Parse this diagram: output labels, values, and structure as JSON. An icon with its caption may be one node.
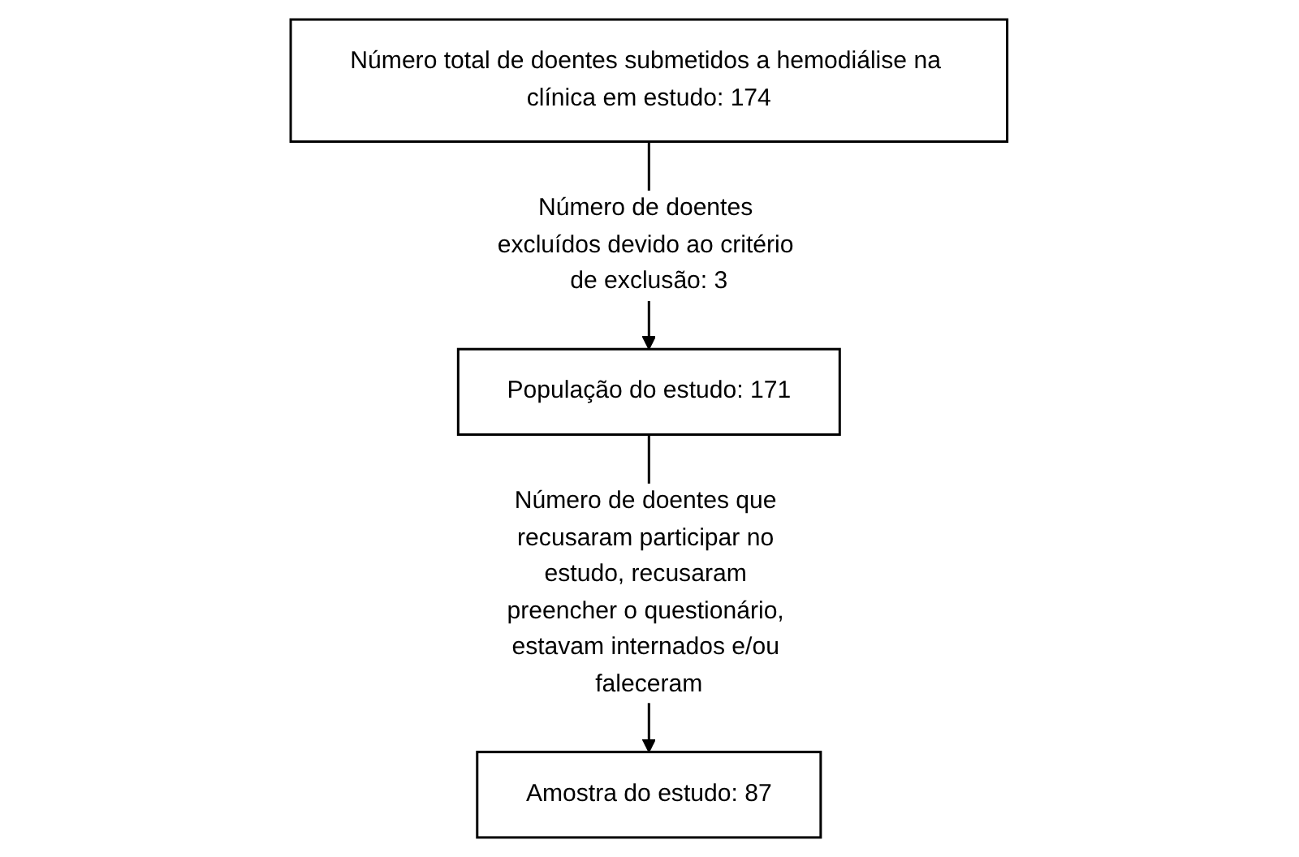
{
  "diagram": {
    "nodes": [
      {
        "text": [
          "Número total de doentes submetidos a hemodiálise na clínica em estudo: 174"
        ]
      },
      {
        "text": [
          "População do estudo: 171"
        ]
      },
      {
        "text": [
          "Amostra do estudo: 87"
        ]
      }
    ],
    "edges": [
      {
        "from": 0,
        "to": 1,
        "arrow": "to",
        "label": "Número de doentes excluídos devido ao critério de exclusão: 3"
      },
      {
        "from": 1,
        "to": 2,
        "arrow": "to",
        "label": "Número de doentes que recusaram participar no estudo, recusaram preencher o questionário, estavam internados e/ou faleceram"
      }
    ]
  }
}
